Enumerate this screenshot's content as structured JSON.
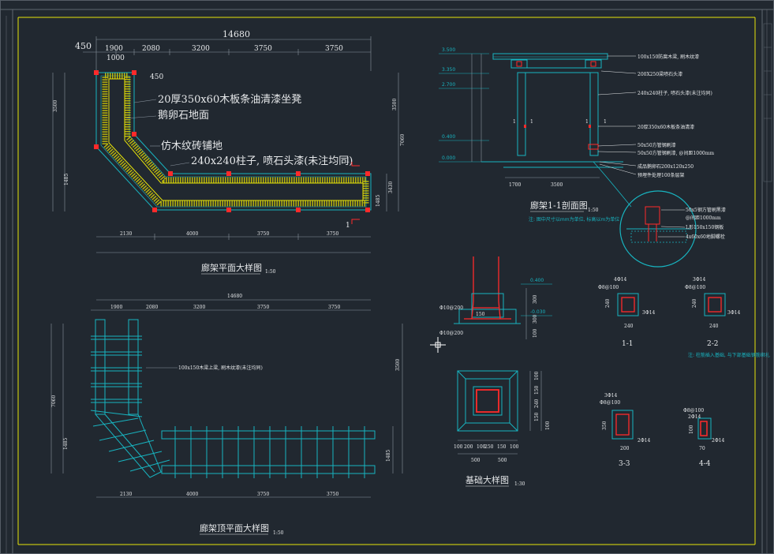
{
  "colors": {
    "background": "#212830",
    "cyan": "#18b4c0",
    "white": "#e6e8ea",
    "red": "#ff2a2a",
    "yellow": "#e8e40a",
    "dim": "#8a949e"
  },
  "plan": {
    "overall_dim": "14680",
    "top_dims": [
      "450",
      "1900",
      "1000",
      "2080",
      "3200",
      "3750",
      "3750"
    ],
    "dim_450_right": "450",
    "bottom_dims": [
      "2130",
      "4000",
      "3750",
      "3750"
    ],
    "left_dims": [
      "3500",
      "1485"
    ],
    "right_dims": [
      "7060",
      "3500",
      "3430",
      "1485"
    ],
    "labels": {
      "bench": "20厚350x60木板条油清漆坐凳",
      "pebble": "鹅卵石地面",
      "brick": "仿木纹砖铺地",
      "column": "240x240柱子, 喷石头漆(未注均同)"
    },
    "section_marks": [
      "1",
      "1"
    ],
    "title": "廊架平面大样图",
    "scale": "1:50"
  },
  "roof_plan": {
    "overall_dim": "14680",
    "top_dims": [
      "1900",
      "2080",
      "3200",
      "3750",
      "3750"
    ],
    "bottom_dims": [
      "2130",
      "4000",
      "3750",
      "3750"
    ],
    "beam_label": "100x150木梁上梁, 刷木纹漆(未注均同)",
    "left_dims": [
      "7060",
      "1485"
    ],
    "right_dims": [
      "3500",
      "1485"
    ],
    "title": "廊架顶平面大样图",
    "scale": "1:50"
  },
  "section_1_1": {
    "elevations": [
      "3.500",
      "3.350",
      "2.700",
      "0.400",
      "0.000"
    ],
    "labels": [
      "100x150防腐木梁, 刷木纹漆",
      "200X250梁喷石头漆",
      "240x240柱子, 喷石头漆(未注均同)",
      "20厚350x60木板条油清漆",
      "50x50方管钢刷漆",
      "50x50方管钢刷漆, @间距1000mm",
      "成品鹅卵石200x120x250",
      "预埋件处理100条层架"
    ],
    "bottom_dims": [
      "1700",
      "3500"
    ],
    "title": "廊架1-1剖面图",
    "scale": "1:50",
    "note": "注: 图中尺寸以mm为单位, 标高以m为单位",
    "marks": [
      "1",
      "1",
      "1",
      "1"
    ]
  },
  "detail_circle": {
    "labels": [
      "50x5钢方管刷黑漆",
      "@间距1000mm",
      "L形150x150钢板",
      "4x60x60地脚螺栓"
    ]
  },
  "foundation_section": {
    "elev_top": "0.400",
    "elev_bottom": "-0.030",
    "dims_right": [
      "300",
      "300",
      "100"
    ],
    "labels": [
      "Φ10@200",
      "Φ10@200",
      "150"
    ]
  },
  "section_1": {
    "top": "4Φ14",
    "side_left": "Φ8@100",
    "side_right": "3Φ14",
    "left": "240",
    "bottom": "240",
    "title": "1-1"
  },
  "section_2": {
    "top": "3Φ14",
    "side_left": "Φ8@100",
    "side_right": "3Φ14",
    "left": "240",
    "bottom": "240",
    "title": "2-2",
    "note": "注: 柱筋插入基础, 与下部基础钢筋绑扎"
  },
  "foundation_plan": {
    "dims_bottom": [
      "100",
      "200",
      "100",
      "250",
      "150",
      "100"
    ],
    "dims_bottom2": [
      "500",
      "500"
    ],
    "dims_right": [
      "100",
      "150",
      "240",
      "150",
      "100"
    ],
    "title": "基础大样图",
    "scale": "1:30"
  },
  "section_3": {
    "top": "3Φ14",
    "side": "Φ8@100",
    "left": "350",
    "bottom": "200",
    "right": "2Φ14",
    "title": "3-3"
  },
  "section_4": {
    "top": "Φ8@100",
    "side": "2Φ14",
    "left": "100",
    "bottom": "70",
    "right": "2Φ14",
    "title": "4-4"
  },
  "cursor": "crosshair"
}
